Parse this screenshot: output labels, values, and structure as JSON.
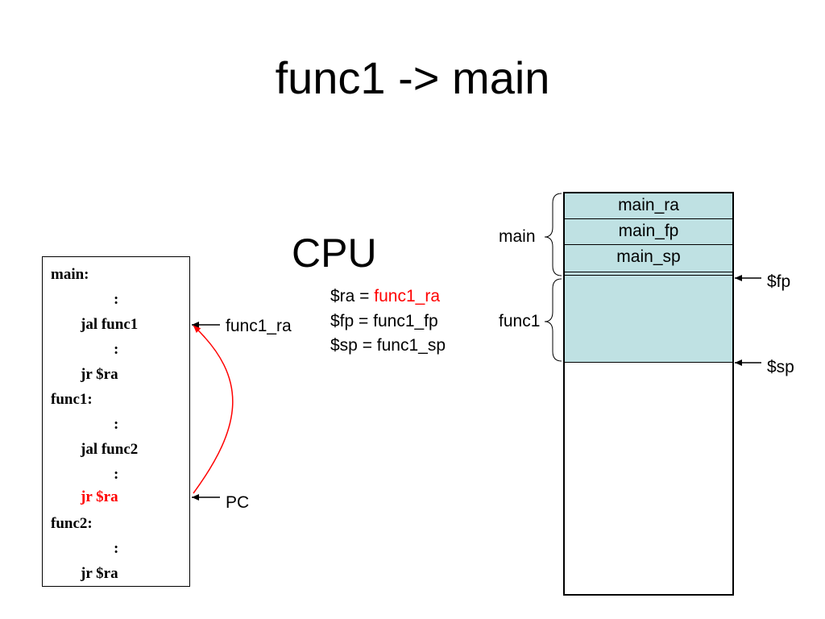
{
  "slide": {
    "title": "func1 -> main"
  },
  "cpu": {
    "title": "CPU",
    "ra_prefix": "$ra = ",
    "ra_value": "func1_ra",
    "fp_line": "$fp = func1_fp",
    "sp_line": "$sp = func1_sp"
  },
  "code": {
    "lines": [
      "main:",
      ":",
      "jal func1",
      ":",
      "jr $ra",
      "func1:",
      ":",
      "jal func2",
      ":",
      "jr $ra",
      "func2:",
      ":",
      "jr $ra"
    ],
    "highlight_color": "#ff0000"
  },
  "pointers": {
    "return_label": "func1_ra",
    "pc_label": "PC"
  },
  "stack": {
    "cells": [
      "main_ra",
      "main_fp",
      "main_sp"
    ],
    "frame_main": "main",
    "frame_func1": "func1",
    "fp_label": "$fp",
    "sp_label": "$sp",
    "fill_color": "#bfe1e3"
  }
}
